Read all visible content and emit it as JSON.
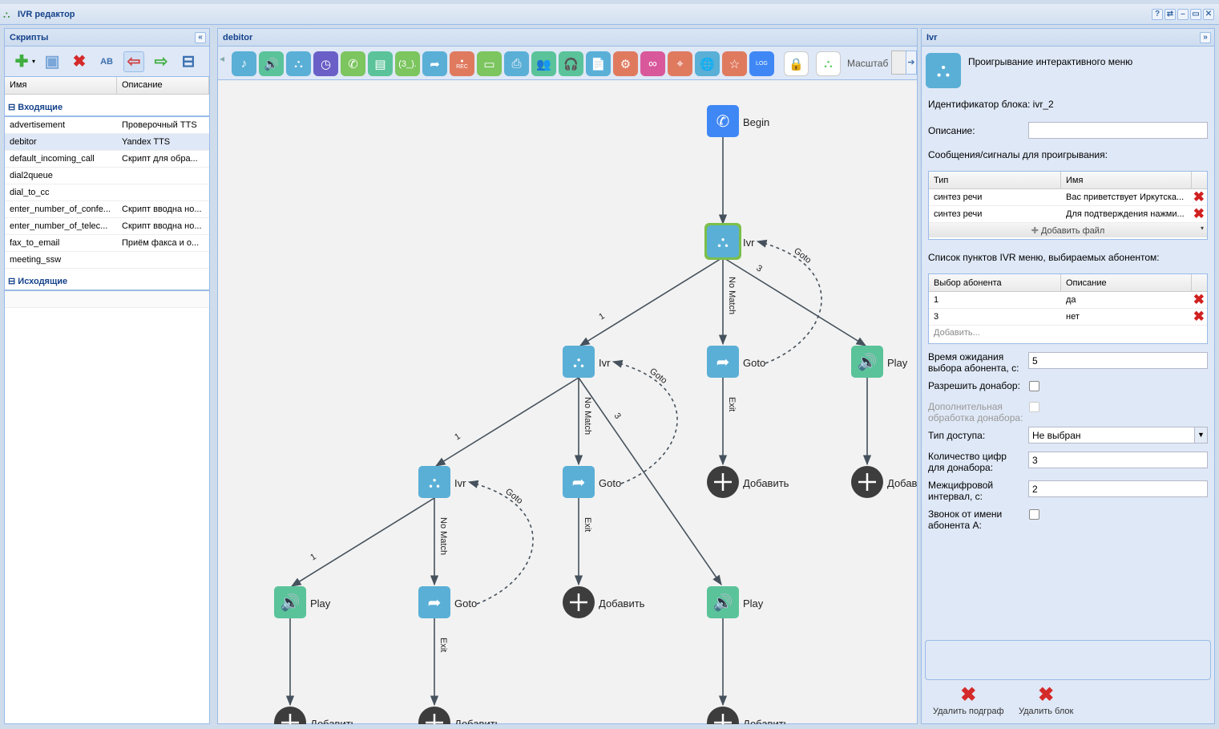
{
  "window": {
    "title": "IVR редактор",
    "buttons": [
      "?",
      "⇄",
      "–",
      "▭",
      "✕"
    ]
  },
  "scripts_panel": {
    "title": "Скрипты",
    "columns": [
      "Имя",
      "Описание"
    ],
    "groups": [
      {
        "label": "Входящие",
        "rows": [
          {
            "name": "advertisement",
            "desc": "Проверочный TTS"
          },
          {
            "name": "debitor",
            "desc": "Yandex TTS",
            "selected": true
          },
          {
            "name": "default_incoming_call",
            "desc": "Скрипт для обра..."
          },
          {
            "name": "dial2queue",
            "desc": ""
          },
          {
            "name": "dial_to_cc",
            "desc": ""
          },
          {
            "name": "enter_number_of_confe...",
            "desc": "Скрипт вводна но..."
          },
          {
            "name": "enter_number_of_telec...",
            "desc": "Скрипт вводна но..."
          },
          {
            "name": "fax_to_email",
            "desc": "Приём факса и о..."
          },
          {
            "name": "meeting_ssw",
            "desc": ""
          }
        ]
      },
      {
        "label": "Исходящие",
        "rows": []
      }
    ]
  },
  "editor": {
    "title": "debitor",
    "scale_label": "Масштаб",
    "palette_text": {
      "count": "(3_).",
      "rec": "REC",
      "log": "LOG"
    },
    "nodes": {
      "begin": "Begin",
      "ivr1": "Ivr",
      "ivr2": "Ivr",
      "goto1": "Goto",
      "play1": "Play",
      "add1": "Добавить",
      "add2": "Добав",
      "ivr3": "Ivr",
      "goto2": "Goto",
      "play2": "Play",
      "goto3": "Goto",
      "add3": "Добавить",
      "play3": "Play",
      "add4": "Добавить",
      "add5": "Добавить",
      "add6": "Добавить"
    },
    "edges": {
      "one": "1",
      "three": "3",
      "nomatch": "No Match",
      "goto": "Goto",
      "exit": "Exit"
    }
  },
  "props": {
    "title": "Ivr",
    "block_title": "Проигрывание интерактивного меню",
    "block_id": "Идентификатор блока: ivr_2",
    "desc_label": "Описание:",
    "desc_value": "",
    "messages_label": "Сообщения/сигналы для проигрывания:",
    "messages_columns": [
      "Тип",
      "Имя"
    ],
    "messages": [
      {
        "type": "синтез речи",
        "name": "Вас приветствует Иркутска..."
      },
      {
        "type": "синтез речи",
        "name": "Для подтверждения нажми..."
      }
    ],
    "add_file": "Добавить файл",
    "items_label": "Список пунктов IVR меню, выбираемых абонентом:",
    "items_columns": [
      "Выбор абонента",
      "Описание"
    ],
    "items": [
      {
        "key": "1",
        "desc": "да"
      },
      {
        "key": "3",
        "desc": "нет"
      }
    ],
    "add_item": "Добавить...",
    "wait_label": "Время ожидания выбора абонента, с:",
    "wait_value": "5",
    "allow_label": "Разрешить донабор:",
    "extra_label": "Дополнительная обработка донабора:",
    "access_label": "Тип доступа:",
    "access_value": "Не выбран",
    "digits_label": "Количество цифр для донабора:",
    "digits_value": "3",
    "interval_label": "Межцифровой интервал, с:",
    "interval_value": "2",
    "callA_label": "Звонок от имени абонента А:",
    "delete_subgraph": "Удалить подграф",
    "delete_block": "Удалить блок"
  },
  "colors": {
    "blue": "#5aafd6",
    "green": "#5ac39a",
    "lime": "#7cc55f",
    "purple": "#6a5fc7",
    "orange": "#e07a5f",
    "pink": "#d9589b",
    "darkblue": "#3f87f5"
  }
}
